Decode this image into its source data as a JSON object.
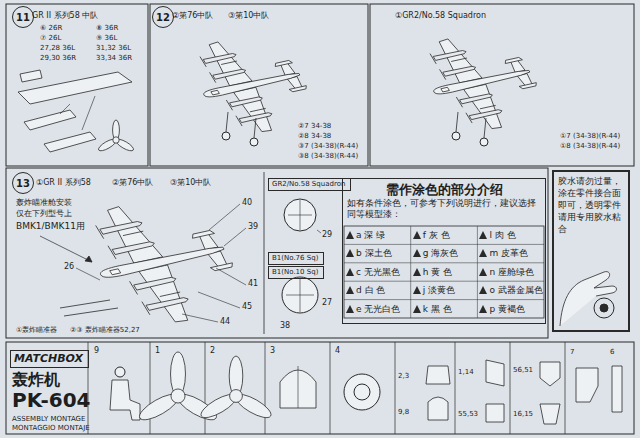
{
  "diagram": {
    "nodes": [
      {
        "text": [
          "11"
        ]
      },
      {
        "text": [
          "12"
        ]
      },
      {
        "text": [
          "13"
        ]
      },
      {
        "text": [
          "需作涂色的部分介绍",
          "如有条件涂色，可参考下列说明进行，建议选择同等模型漆："
        ]
      },
      {
        "text": [
          "GR2/No.58 Squadron"
        ]
      },
      {
        "text": [
          "B1(No.76 Sq)"
        ]
      },
      {
        "text": [
          "B1(No.10 Sq)"
        ]
      },
      {
        "text": [
          "胶水请勿过量，涂在零件接合面即可，透明零件请用专用胶水粘合"
        ]
      },
      {
        "text": [
          "MATCHBOX"
        ]
      }
    ],
    "labels": [
      "GR II 系列58 中队",
      "⑥ 26R",
      "⑦ 26L",
      "27,28 36L",
      "29,30 36R",
      "⑧ 36R",
      "⑨ 36L",
      "31,32 36L",
      "33,34 36R",
      "②第76中队",
      "③第10中队",
      "②7 34-38",
      "②8 34-38",
      "③7 (34-38)(R-44)",
      "③8 (34-38)(R-44)",
      "①GR2/No.58 Squadron",
      "①7 (34-38)(R-44)",
      "①8 (34-38)(R-44)",
      "①GR II 系列58",
      "②第76中队",
      "③第10中队",
      "轰炸瞄准舱安装",
      "仅在下列型号上",
      "BMK1/BMK11用",
      "①轰炸瞄准器",
      "②③ 轰炸瞄准器52,27",
      "40",
      "39",
      "41",
      "45",
      "44",
      "26",
      "29",
      "27",
      "38",
      "9",
      "1",
      "2",
      "3",
      "4",
      "2,3",
      "9,8",
      "1,14",
      "55,53",
      "56,51",
      "16,15",
      "7",
      "6",
      "轰炸机",
      "PK-604",
      "ASSEMBLY MONTAGE",
      "MONTAGGIO MONTAJE"
    ],
    "legend": [
      {
        "text": "a 深 绿"
      },
      {
        "text": "f 灰 色"
      },
      {
        "text": "l 肉 色"
      },
      {
        "text": "b 深土色"
      },
      {
        "text": "g 海灰色"
      },
      {
        "text": "m 皮革色"
      },
      {
        "text": "c 无光黑色"
      },
      {
        "text": "h 黄 色"
      },
      {
        "text": "n 座舱绿色"
      },
      {
        "text": "d 白 色"
      },
      {
        "text": "j 淡黄色"
      },
      {
        "text": "o 武器金属色"
      },
      {
        "text": "e 无光白色"
      },
      {
        "text": "k 黑 色"
      },
      {
        "text": "p 黄褐色"
      }
    ]
  }
}
